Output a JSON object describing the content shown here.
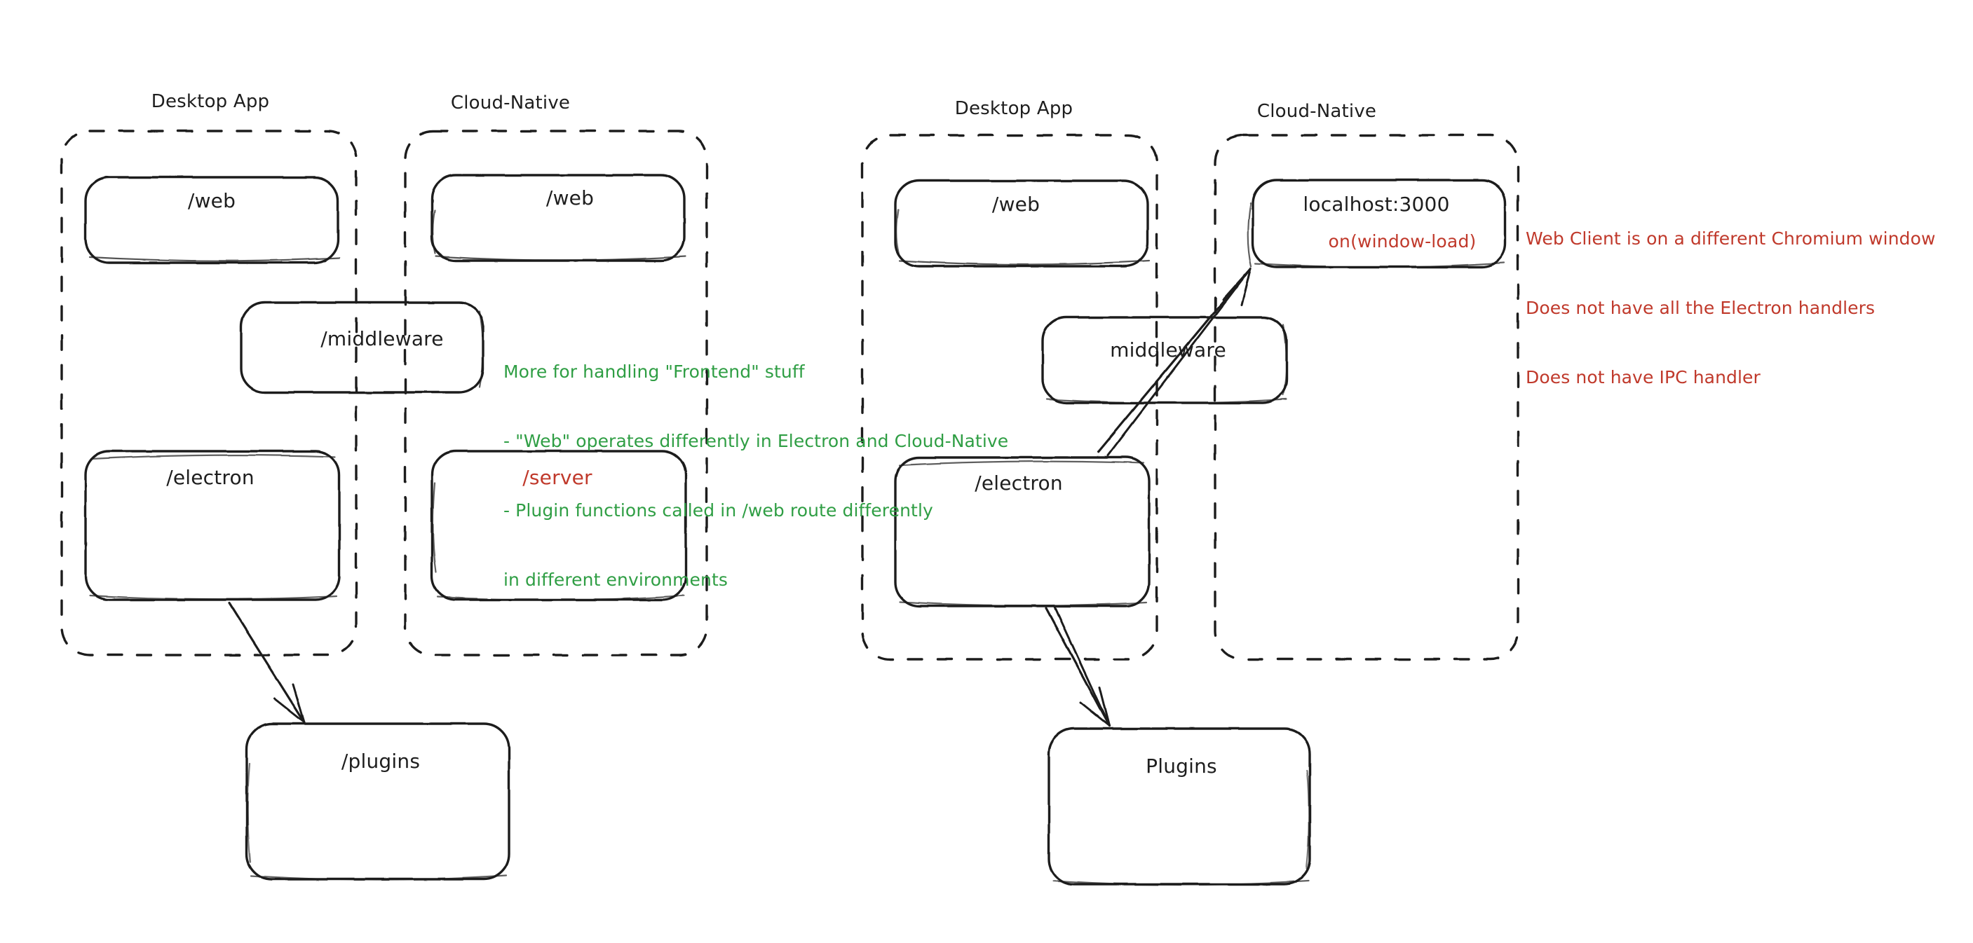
{
  "meta": {
    "kind": "excalidraw-hand-drawn-architecture-diagram",
    "background": "#ffffff",
    "stroke": "#1e1e1e",
    "accent_green": "#2f9e44",
    "accent_red": "#c0392b"
  },
  "diagrams": [
    {
      "id": "left-diagram",
      "groups": [
        {
          "id": "left-desktop-app",
          "title": "Desktop App",
          "boxes": [
            {
              "id": "left-desktop-web",
              "label": "/web",
              "color": "#1e1e1e"
            },
            {
              "id": "left-desktop-electron",
              "label": "/electron",
              "color": "#1e1e1e"
            }
          ]
        },
        {
          "id": "left-cloud-native",
          "title": "Cloud-Native",
          "boxes": [
            {
              "id": "left-cloud-web",
              "label": "/web",
              "color": "#1e1e1e"
            },
            {
              "id": "left-cloud-server",
              "label": "/server",
              "color": "#c0392b"
            }
          ]
        }
      ],
      "spanning_boxes": [
        {
          "id": "left-middleware",
          "label": "/middleware",
          "color": "#1e1e1e"
        }
      ],
      "outside_boxes": [
        {
          "id": "left-plugins",
          "label": "/plugins",
          "color": "#1e1e1e"
        }
      ],
      "annotations": [
        {
          "id": "left-green-note",
          "color": "#2f9e44",
          "lines": [
            "More for handling \"Frontend\" stuff",
            "- \"Web\" operates differently in Electron and Cloud-Native",
            "- Plugin functions called in /web route differently",
            "in different environments"
          ]
        }
      ],
      "arrows": [
        {
          "id": "left-electron-to-plugins",
          "from": "left-desktop-electron",
          "to": "left-plugins"
        }
      ]
    },
    {
      "id": "right-diagram",
      "groups": [
        {
          "id": "right-desktop-app",
          "title": "Desktop App",
          "boxes": [
            {
              "id": "right-desktop-web",
              "label": "/web",
              "color": "#1e1e1e"
            },
            {
              "id": "right-desktop-electron",
              "label": "/electron",
              "color": "#1e1e1e"
            }
          ]
        },
        {
          "id": "right-cloud-native",
          "title": "Cloud-Native",
          "boxes": [
            {
              "id": "right-cloud-localhost",
              "label": "localhost:3000",
              "sublabel": "on(window-load)",
              "color": "#1e1e1e",
              "sublabel_color": "#c0392b"
            }
          ]
        }
      ],
      "spanning_boxes": [
        {
          "id": "right-middleware",
          "label": "middleware",
          "color": "#1e1e1e"
        }
      ],
      "outside_boxes": [
        {
          "id": "right-plugins",
          "label": "Plugins",
          "color": "#1e1e1e"
        }
      ],
      "annotations": [
        {
          "id": "right-red-note",
          "color": "#c0392b",
          "lines": [
            "Web Client is on a different Chromium window",
            "Does not have all the Electron handlers",
            "Does not have IPC handler"
          ]
        }
      ],
      "arrows": [
        {
          "id": "right-electron-to-localhost",
          "from": "right-desktop-electron",
          "to": "right-cloud-localhost"
        },
        {
          "id": "right-electron-to-plugins",
          "from": "right-desktop-electron",
          "to": "right-plugins"
        }
      ]
    }
  ],
  "labels": {
    "left_desktop_title": "Desktop App",
    "left_cloud_title": "Cloud-Native",
    "left_desktop_web": "/web",
    "left_cloud_web": "/web",
    "left_middleware": "/middleware",
    "left_electron": "/electron",
    "left_server": "/server",
    "left_plugins": "/plugins",
    "right_desktop_title": "Desktop App",
    "right_cloud_title": "Cloud-Native",
    "right_desktop_web": "/web",
    "right_localhost": "localhost:3000",
    "right_window_load": "on(window-load)",
    "right_middleware": "middleware",
    "right_electron": "/electron",
    "right_plugins": "Plugins",
    "green_note_l1": "More for handling \"Frontend\" stuff",
    "green_note_l2": "- \"Web\" operates differently in Electron and Cloud-Native",
    "green_note_l3": "- Plugin functions called in /web route differently",
    "green_note_l4": "in different environments",
    "red_note_l1": "Web Client is on a different Chromium window",
    "red_note_l2": "Does not have all the Electron handlers",
    "red_note_l3": "Does not have IPC handler"
  }
}
